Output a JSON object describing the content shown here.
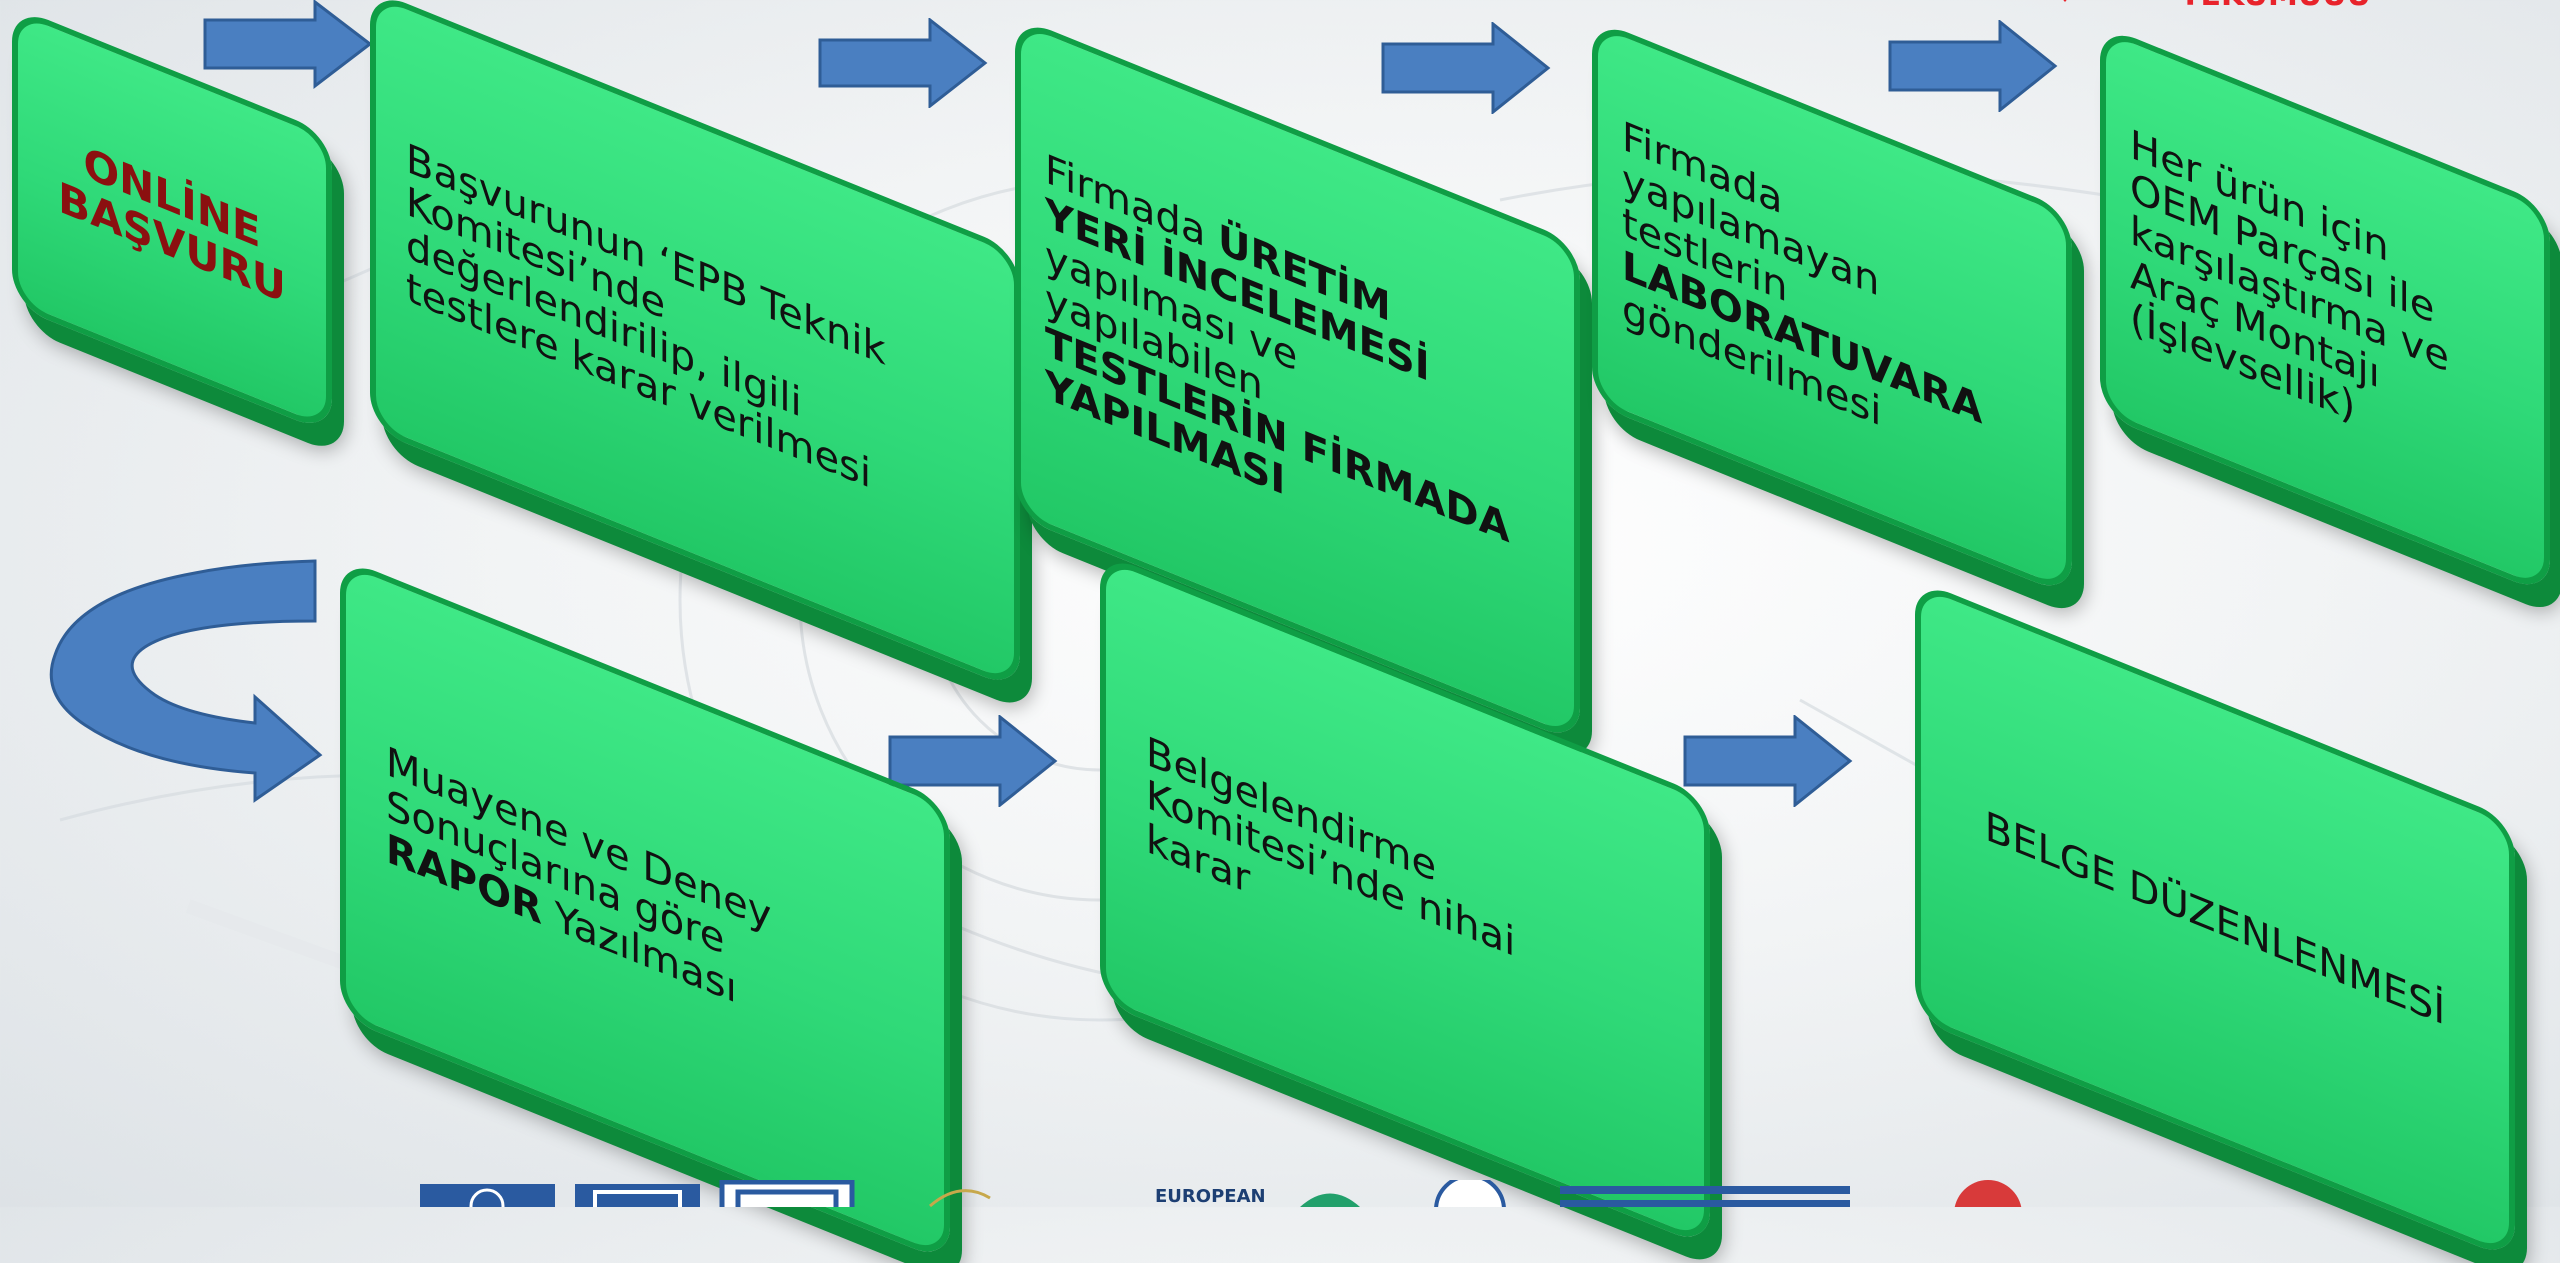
{
  "corner": {
    "text": "TEKUMUUU"
  },
  "steps": [
    {
      "id": "online",
      "lines": [
        {
          "t": "ONLİNE\nBAŞVURU",
          "b": true
        }
      ]
    },
    {
      "id": "epb",
      "lines": [
        {
          "t": "Başvurunun ‘EPB Teknik\nKomitesi’nde\ndeğerlendirilip, ilgili\ntestlere karar verilmesi",
          "b": false
        }
      ]
    },
    {
      "id": "uretim",
      "lines": [
        {
          "t": "Firmada ",
          "b": false
        },
        {
          "t": "ÜRETİM\nYERİ İNCELEMESİ",
          "b": true
        },
        {
          "t": "\nyapılması ve\nyapılabilen\n",
          "b": false
        },
        {
          "t": "TESTLERİN FİRMADA\nYAPILMASI",
          "b": true
        }
      ]
    },
    {
      "id": "lab",
      "lines": [
        {
          "t": "Firmada\nyapılamayan\ntestlerin\n",
          "b": false
        },
        {
          "t": "LABORATUVARA",
          "b": true
        },
        {
          "t": "\ngönderilmesi",
          "b": false
        }
      ]
    },
    {
      "id": "oem",
      "lines": [
        {
          "t": "Her ürün için\nOEM Parçası ile\nkarşılaştırma ve\nAraç Montajı\n(İşlevsellik)",
          "b": false
        }
      ]
    },
    {
      "id": "rapor",
      "lines": [
        {
          "t": "Muayene ve Deney\nSonuçlarına göre\n",
          "b": false
        },
        {
          "t": "RAPOR",
          "b": true
        },
        {
          "t": " Yazılması",
          "b": false
        }
      ]
    },
    {
      "id": "komite",
      "lines": [
        {
          "t": "Belgelendirme\nKomitesi’nde nihai\nkarar",
          "b": false
        }
      ]
    },
    {
      "id": "belge",
      "lines": [
        {
          "t": "BELGE DÜZENLENMESİ",
          "b": false
        }
      ]
    }
  ],
  "footer": {
    "logos": [
      "un-logo",
      "iso-logo",
      "ece-logo",
      "wave-logo",
      "european-logo",
      "seal-logo",
      "cevre-logo",
      "red-seal-logo"
    ],
    "european_label": "EUROPEAN"
  },
  "colors": {
    "box_fill": "#34e07e",
    "box_border": "#0f9e45",
    "arrow_fill": "#4a7fc1",
    "online_text": "#8b1010"
  }
}
